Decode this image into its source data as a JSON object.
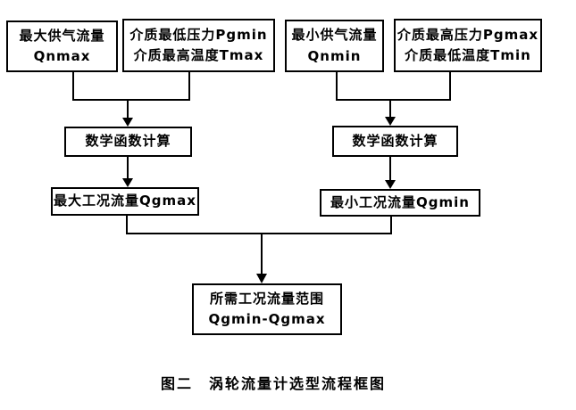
{
  "figure": {
    "caption": "图二　涡轮流量计选型流程框图",
    "colors": {
      "line": "#000000",
      "text": "#000000",
      "background": "#ffffff"
    },
    "nodes": {
      "qnmax": {
        "line1": "最大供气流量",
        "line2": "Qnmax"
      },
      "pgmin_tmax": {
        "line1": "介质最低压力Pgmin",
        "line2": "介质最高温度Tmax"
      },
      "qnmin": {
        "line1": "最小供气流量",
        "line2": "Qnmin"
      },
      "pgmax_tmin": {
        "line1": "介质最高压力Pgmax",
        "line2": "介质最低温度Tmin"
      },
      "calc_left": {
        "label": "数学函数计算"
      },
      "calc_right": {
        "label": "数学函数计算"
      },
      "qgmax": {
        "label": "最大工况流量Qgmax"
      },
      "qgmin": {
        "label": "最小工况流量Qgmin"
      },
      "range": {
        "line1": "所需工况流量范围",
        "line2": "Qgmin-Qgmax"
      }
    }
  }
}
